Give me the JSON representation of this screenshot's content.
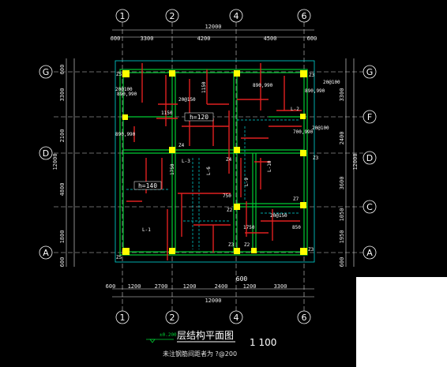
{
  "drawing": {
    "title": "层结构平面图",
    "scale": "1 100",
    "elevation": "±0.200",
    "note": "未注钢筋间距者为 ?@200"
  },
  "grid_columns": [
    "1",
    "2",
    "4",
    "6"
  ],
  "grid_rows": [
    "G",
    "F",
    "D",
    "C",
    "A"
  ],
  "dims_top_total": "12000",
  "dims_top": [
    "600",
    "3300",
    "4200",
    "4500",
    "600"
  ],
  "dims_bottom_total": "12000",
  "dims_bottom": [
    "600",
    "1200",
    "2700",
    "1200",
    "2400",
    "1200",
    "3300"
  ],
  "dims_bottom_mid": "600",
  "dims_left_total": "12000",
  "dims_left": [
    "600",
    "3300",
    "2100",
    "4800",
    "1800",
    "600"
  ],
  "dims_right_total": "12000",
  "dims_right": [
    "3300",
    "2400",
    "3600",
    "1050",
    "1950",
    "600"
  ],
  "slab_labels": [
    "h=120",
    "h=140"
  ],
  "column_labels": [
    "Z5",
    "Z3",
    "Z4",
    "Z4",
    "Z2",
    "Z7",
    "Z3",
    "Z5",
    "Z3",
    "Z3",
    "Z2"
  ],
  "beam_labels": [
    "L-2",
    "L-3",
    "L-10",
    "L-9",
    "L-1",
    "L-6"
  ],
  "rebar_labels": [
    "20@100",
    "890,990",
    "890,990",
    "1150",
    "20@150",
    "1150",
    "890,990",
    "20@100",
    "700,990",
    "20@100",
    "1750",
    "750",
    "1750",
    "20@150",
    "850",
    "890,990"
  ],
  "colors": {
    "background": "#000000",
    "grid": "#ffffff",
    "wall": "#00cc33",
    "beam": "#00cc33",
    "rebar": "#e02020",
    "column": "#ffff00",
    "cyan": "#00e0e0",
    "dim": "#ffffff"
  }
}
